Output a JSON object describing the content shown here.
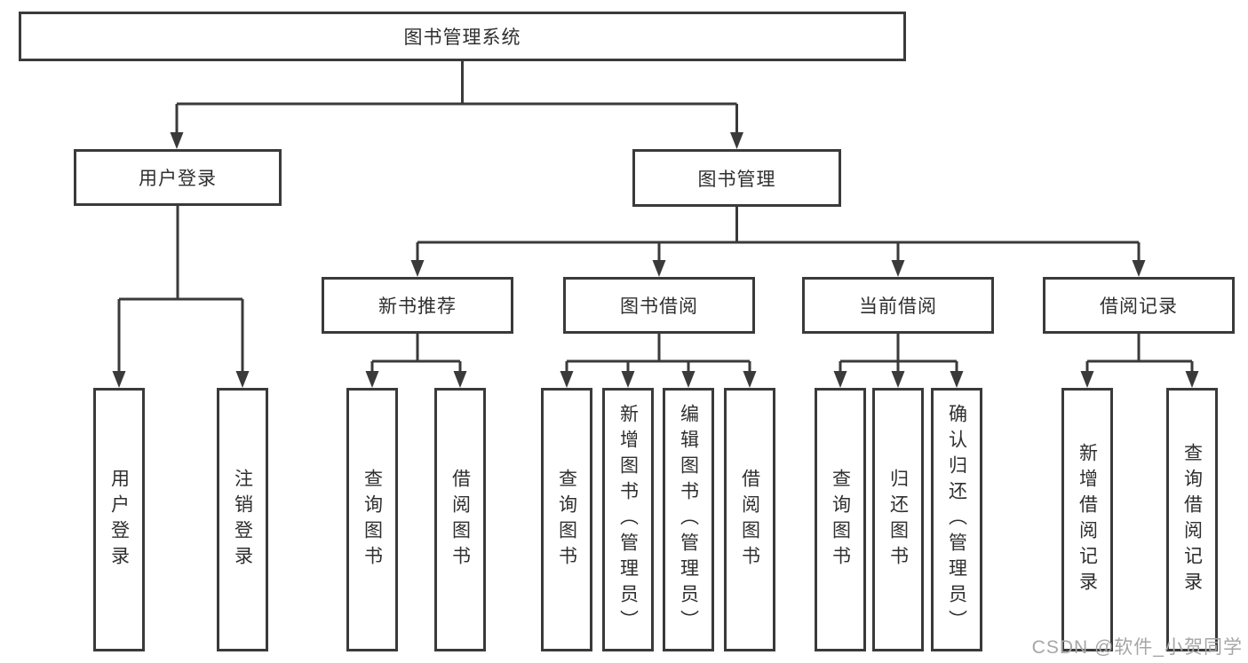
{
  "colors": {
    "line": "#3a3a3a",
    "text": "#2f2f2f",
    "background": "#ffffff",
    "box_background": "#ffffff",
    "watermark": "#a6a6a6"
  },
  "diagram": {
    "root": {
      "label": "图书管理系统"
    },
    "branches": {
      "user_login": {
        "label": "用户登录",
        "children": {
          "login": {
            "label": "用户登录"
          },
          "logout": {
            "label": "注销登录"
          }
        }
      },
      "book_management": {
        "label": "图书管理",
        "sections": {
          "new_book_recommend": {
            "label": "新书推荐",
            "children": {
              "query_book": {
                "label": "查询图书"
              },
              "borrow_book": {
                "label": "借阅图书"
              }
            }
          },
          "book_borrow": {
            "label": "图书借阅",
            "children": {
              "query_book": {
                "label": "查询图书"
              },
              "add_book": {
                "label": "新增图书（管理员）"
              },
              "edit_book": {
                "label": "编辑图书（管理员）"
              },
              "borrow_book": {
                "label": "借阅图书"
              }
            }
          },
          "current_borrow": {
            "label": "当前借阅",
            "children": {
              "query_book": {
                "label": "查询图书"
              },
              "return_book": {
                "label": "归还图书"
              },
              "confirm_return": {
                "label": "确认归还（管理员）"
              }
            }
          },
          "borrow_record": {
            "label": "借阅记录",
            "children": {
              "add_record": {
                "label": "新增借阅记录"
              },
              "query_record": {
                "label": "查询借阅记录"
              }
            }
          }
        }
      }
    }
  },
  "watermark": {
    "text": "CSDN @软件_小贺同学"
  }
}
